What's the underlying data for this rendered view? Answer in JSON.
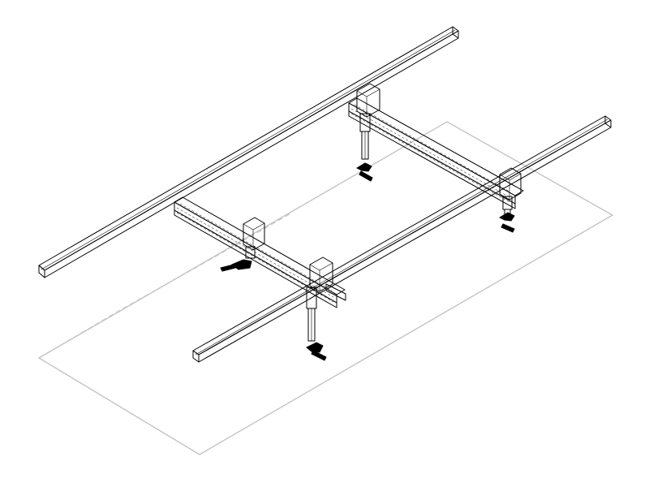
{
  "drawing": {
    "kind": "isometric-line-drawing",
    "background_color": "#ffffff",
    "line_color": "#000000",
    "plane_color": "#c4c4c4",
    "components": {
      "rails": 2,
      "crossbeams": 2,
      "legs": 4,
      "clamps": 4,
      "base_plane": 1
    }
  }
}
